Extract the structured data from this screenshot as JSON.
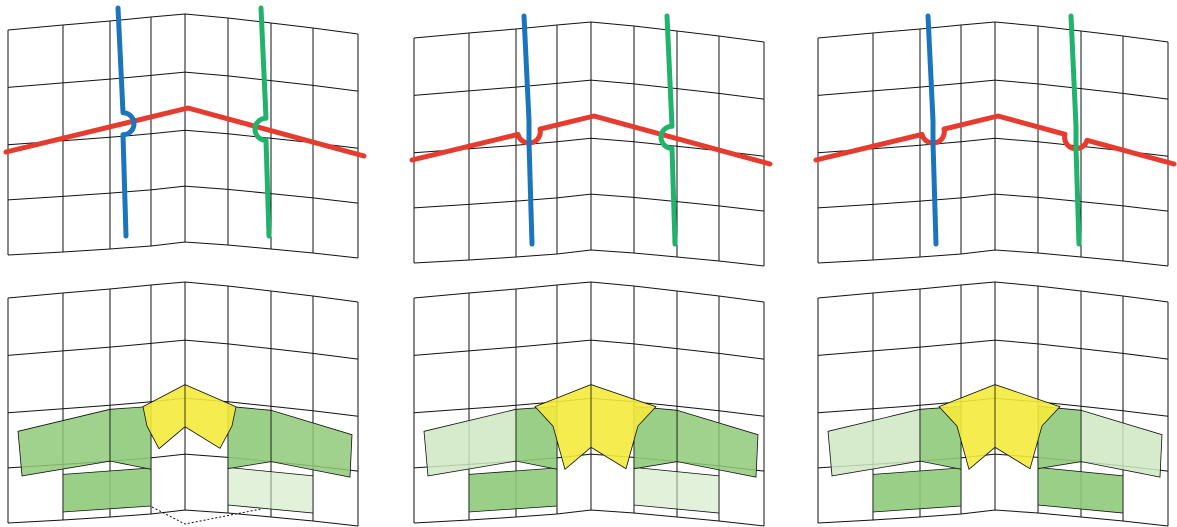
{
  "figure": {
    "panels": [
      {
        "id": "top-left",
        "blue_hop": "right",
        "green_hop": "left"
      },
      {
        "id": "top-middle",
        "blue_hop": "red-under",
        "green_hop": "left"
      },
      {
        "id": "top-right",
        "blue_hop": "red-under",
        "green_hop": "red-under"
      },
      {
        "id": "bottom-left",
        "yellow_depth": 1,
        "left_rise": "dark",
        "right_rise": "light"
      },
      {
        "id": "bottom-middle",
        "yellow_depth": 2,
        "left_rise": "dark",
        "right_rise": "light"
      },
      {
        "id": "bottom-right",
        "yellow_depth": 2,
        "left_rise": "dark",
        "right_rise": "dark"
      }
    ],
    "colors": {
      "red": "#e63c2f",
      "blue": "#1b75bc",
      "green": "#21b36b",
      "yellow": "#f4ea3c",
      "green_fill": "#8fca7a",
      "green_fill_light": "#cfe8c2",
      "outline": "#111111"
    }
  }
}
